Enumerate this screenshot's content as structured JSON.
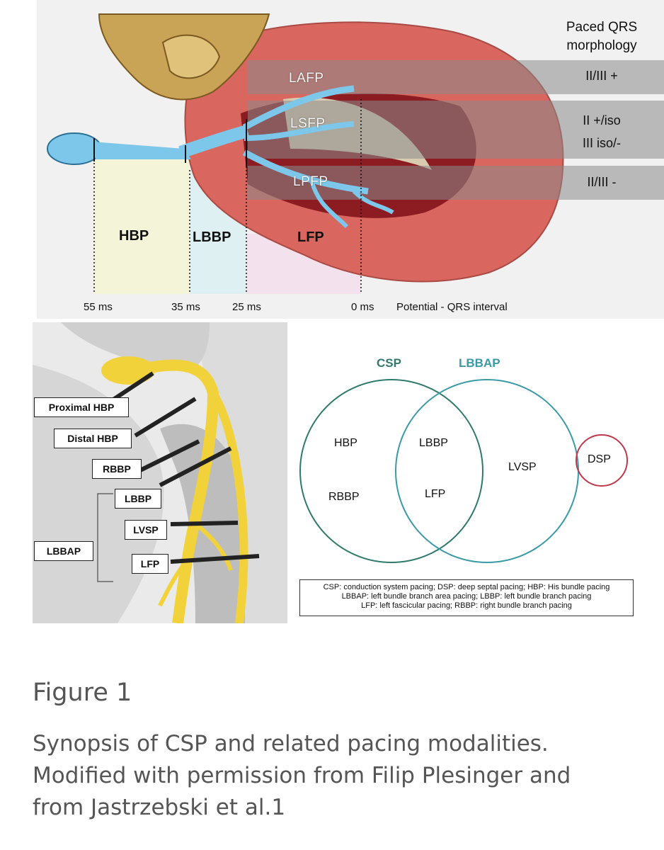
{
  "top_panel": {
    "zones": [
      "HBP",
      "LBBP",
      "LFP"
    ],
    "times": [
      "55 ms",
      "35 ms",
      "25 ms",
      "0 ms"
    ],
    "axis_label": "Potential - QRS interval",
    "branches": [
      "LAFP",
      "LSFP",
      "LPFP"
    ],
    "qrs_title_line1": "Paced QRS",
    "qrs_title_line2": "morphology",
    "qrs_bands": [
      "II/III +",
      "II +/iso",
      "III iso/-",
      "II/III -"
    ],
    "colors": {
      "hbp_zone": "#f3f4d8",
      "lbbp_zone": "#dff0f3",
      "lfp_zone": "#f3e2ee",
      "conduction": "#7cc7ea",
      "muscle": "#d9675f"
    }
  },
  "lead_panel": {
    "labels": [
      "Proximal HBP",
      "Distal HBP",
      "RBBP",
      "LBBP",
      "LVSP",
      "LFP"
    ],
    "group_label": "LBBAP"
  },
  "venn": {
    "csp_title": "CSP",
    "lbbap_title": "LBBAP",
    "csp_only": [
      "HBP",
      "RBBP"
    ],
    "overlap": [
      "LBBP",
      "LFP"
    ],
    "lbbap_only": [
      "LVSP"
    ],
    "separate": "DSP",
    "colors": {
      "csp": "#2f7a6b",
      "lbbap": "#3a9aa6",
      "dsp": "#c0394b"
    },
    "legend_line1": "CSP: conduction system pacing; DSP: deep septal pacing; HBP: His bundle pacing",
    "legend_line2": "LBBAP: left bundle branch area pacing; LBBP: left bundle branch pacing",
    "legend_line3": "LFP: left fascicular pacing; RBBP: right bundle branch pacing"
  },
  "figure": {
    "title": "Figure 1",
    "caption_line1": "Synopsis of CSP and related pacing modalities.",
    "caption_line2": "Modified with permission from Filip Plesinger and",
    "caption_line3": "from Jastrzebski et al.1"
  }
}
